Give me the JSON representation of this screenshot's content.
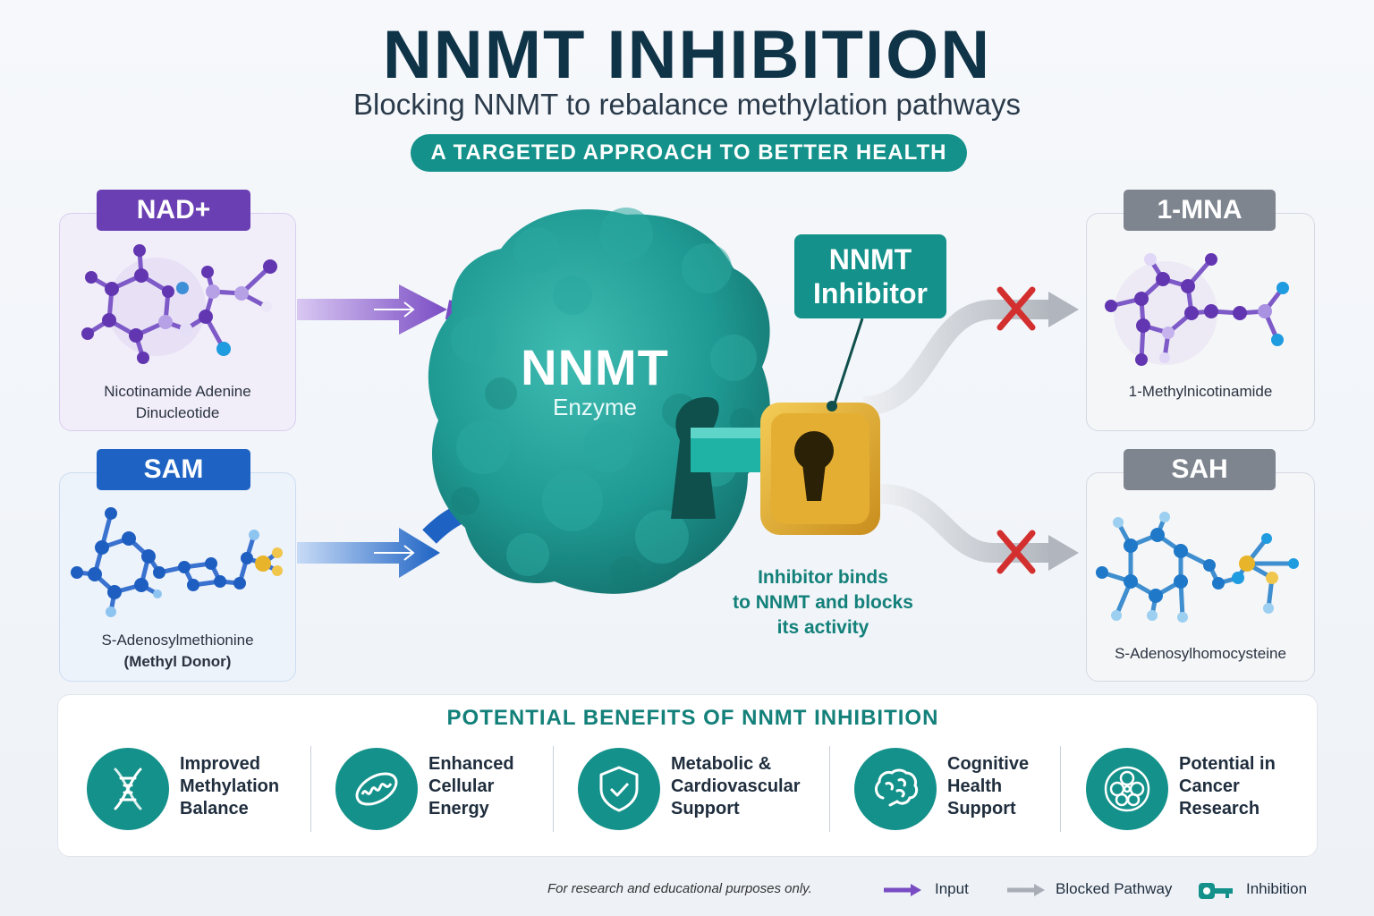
{
  "header": {
    "title": "NNMT INHIBITION",
    "subtitle": "Blocking NNMT to rebalance methylation pathways",
    "tagline": "A TARGETED APPROACH TO BETTER HEALTH"
  },
  "inputs": [
    {
      "tag": "NAD+",
      "caption_line1": "Nicotinamide Adenine",
      "caption_line2": "Dinucleotide",
      "color": "#6a3fb3"
    },
    {
      "tag": "SAM",
      "caption_line1": "S-Adenosylmethionine",
      "caption_line2": "(Methyl Donor)",
      "color": "#1e63c4"
    }
  ],
  "outputs": [
    {
      "tag": "1-MNA",
      "caption": "1-Methylnicotinamide",
      "color": "#7e858f"
    },
    {
      "tag": "SAH",
      "caption": "S-Adenosylhomocysteine",
      "color": "#7e858f"
    }
  ],
  "enzyme": {
    "name": "NNMT",
    "sub": "Enzyme",
    "color": "#1f9a93"
  },
  "inhibitor": {
    "line1": "NNMT",
    "line2": "Inhibitor",
    "binds_line1": "Inhibitor binds",
    "binds_line2": "to NNMT and blocks",
    "binds_line3": "its activity",
    "lock_color": "#e0aa2c"
  },
  "benefits": {
    "heading": "POTENTIAL BENEFITS OF NNMT INHIBITION",
    "items": [
      {
        "line1": "Improved",
        "line2": "Methylation",
        "line3": "Balance",
        "icon": "dna-icon"
      },
      {
        "line1": "Enhanced",
        "line2": "Cellular",
        "line3": "Energy",
        "icon": "mitochondria-icon"
      },
      {
        "line1": "Metabolic &",
        "line2": "Cardiovascular",
        "line3": "Support",
        "icon": "shield-check-icon"
      },
      {
        "line1": "Cognitive",
        "line2": "Health",
        "line3": "Support",
        "icon": "brain-icon"
      },
      {
        "line1": "Potential in",
        "line2": "Cancer",
        "line3": "Research",
        "icon": "cell-cluster-icon"
      }
    ]
  },
  "footer": {
    "note": "For research and educational purposes only.",
    "legend": [
      {
        "label": "Input",
        "color": "#7a4cc4"
      },
      {
        "label": "Blocked Pathway",
        "color": "#a9aeb6"
      },
      {
        "label": "Inhibition",
        "color": "#13918a"
      }
    ]
  }
}
